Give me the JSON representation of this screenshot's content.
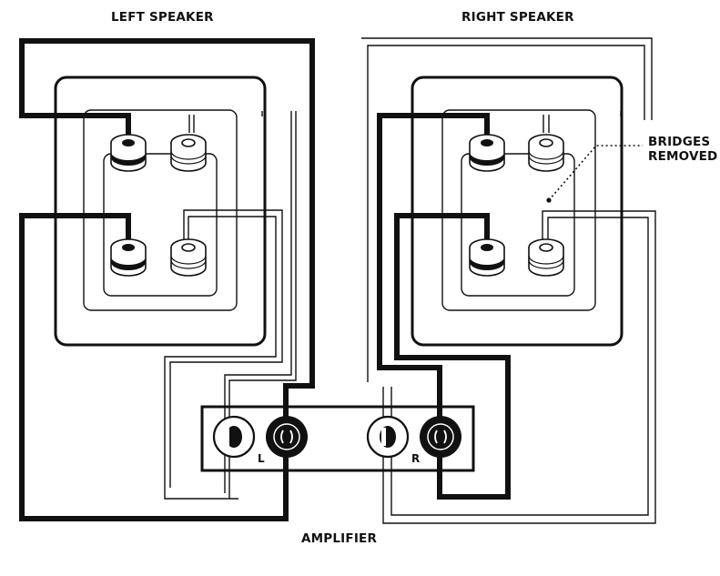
{
  "labels": {
    "left_speaker": "LEFT SPEAKER",
    "right_speaker": "RIGHT SPEAKER",
    "bridges_line1": "BRIDGES",
    "bridges_line2": "REMOVED",
    "amplifier": "AMPLIFIER",
    "channel_left": "L",
    "channel_right": "R"
  },
  "colors": {
    "ink": "#111111",
    "paper": "#ffffff"
  }
}
